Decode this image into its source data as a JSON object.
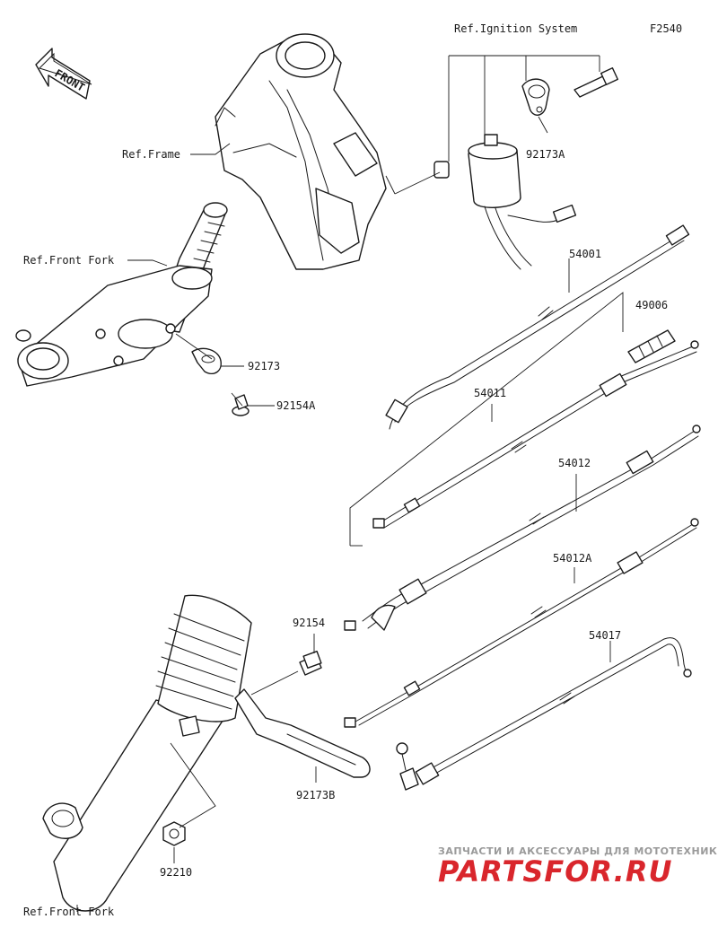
{
  "diagram_code": "F2540",
  "front_indicator": "FRONT",
  "references": {
    "ignition": "Ref.Ignition System",
    "frame": "Ref.Frame",
    "front_fork_top": "Ref.Front Fork",
    "front_fork_bottom": "Ref.Front Fork"
  },
  "parts": {
    "p54001": "54001",
    "p49006": "49006",
    "p54011": "54011",
    "p54012": "54012",
    "p54012a": "54012A",
    "p54017": "54017",
    "p92173a": "92173A",
    "p92173": "92173",
    "p92154a": "92154A",
    "p92154": "92154",
    "p92173b": "92173B",
    "p92210": "92210"
  },
  "watermark": {
    "tagline": "ЗАПЧАСТИ И АКСЕССУАРЫ ДЛЯ МОТОТЕХНИКИ",
    "brand": "PARTSFOR.RU",
    "color": "#d9262c"
  }
}
